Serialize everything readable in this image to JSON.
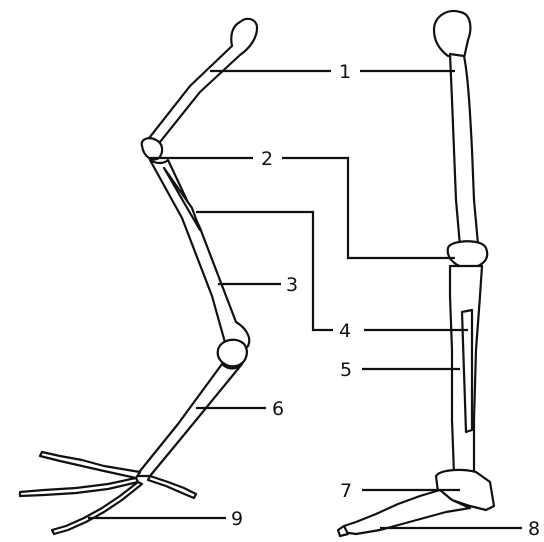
{
  "labels": {
    "l1": "1",
    "l2": "2",
    "l3": "3",
    "l4": "4",
    "l5": "5",
    "l6": "6",
    "l7": "7",
    "l8": "8",
    "l9": "9"
  },
  "colors": {
    "ink": "#111111",
    "background": "#ffffff"
  }
}
